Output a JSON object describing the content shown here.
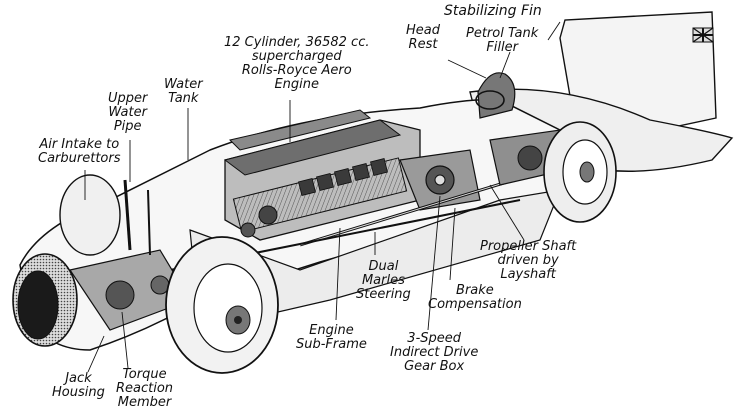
{
  "labels": {
    "stabilizing_fin": "Stabilizing Fin",
    "head_rest": [
      "Head",
      "Rest"
    ],
    "petrol_tank_filler": [
      "Petrol Tank",
      "Filler"
    ],
    "engine": [
      "12 Cylinder, 36582 cc.",
      "supercharged",
      "Rolls-Royce Aero",
      "Engine"
    ],
    "water_tank": [
      "Water",
      "Tank"
    ],
    "upper_water_pipe": [
      "Upper",
      "Water",
      "Pipe"
    ],
    "air_intake": [
      "Air Intake to",
      "Carburettors"
    ],
    "propeller_shaft": [
      "Propeller Shaft",
      "driven by",
      "Layshaft"
    ],
    "brake_compensation": [
      "Brake",
      "Compensation"
    ],
    "dual_marles_steering": [
      "Dual",
      "Marles",
      "Steering"
    ],
    "engine_sub_frame": [
      "Engine",
      "Sub-Frame"
    ],
    "gear_box": [
      "3-Speed",
      "Indirect Drive",
      "Gear Box"
    ],
    "jack_housing": [
      "Jack",
      "Housing"
    ],
    "torque_reaction_member": [
      "Torque",
      "Reaction",
      "Member"
    ]
  },
  "colors": {
    "ink": "#111111",
    "paper": "#ffffff",
    "shade": "#9a9a9a",
    "dark": "#2a2a2a"
  }
}
